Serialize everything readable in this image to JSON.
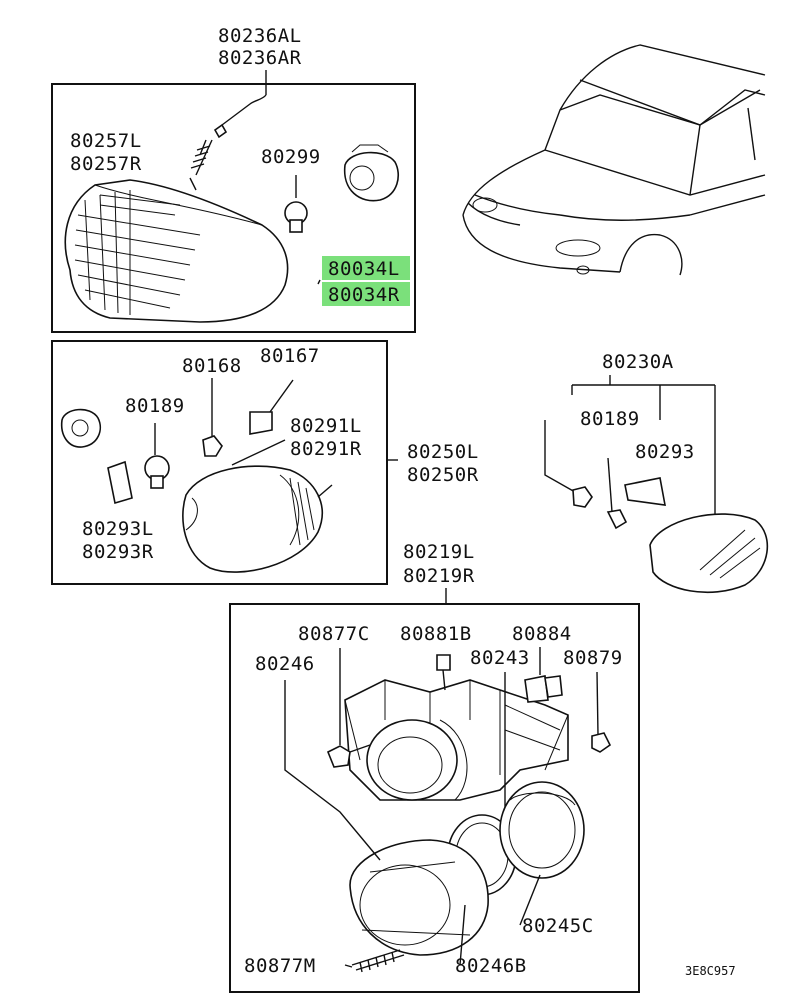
{
  "labels": {
    "p80236al": "80236AL",
    "p80236ar": "80236AR",
    "p80257l": "80257L",
    "p80257r": "80257R",
    "p80299": "80299",
    "p80034l": "80034L",
    "p80034r": "80034R",
    "p80168": "80168",
    "p80167": "80167",
    "p80189a": "80189",
    "p80291l": "80291L",
    "p80291r": "80291R",
    "p80293l": "80293L",
    "p80293r": "80293R",
    "p80250l": "80250L",
    "p80250r": "80250R",
    "p80230a": "80230A",
    "p80189b": "80189",
    "p80293": "80293",
    "p80219l": "80219L",
    "p80219r": "80219R",
    "p80877c": "80877C",
    "p80881b": "80881B",
    "p80884": "80884",
    "p80246": "80246",
    "p80243": "80243",
    "p80879": "80879",
    "p80245c": "80245C",
    "p80877m": "80877M",
    "p80246b": "80246B",
    "code": "3E8C957"
  },
  "colors": {
    "highlight": "#7be07b",
    "line": "#111111"
  }
}
